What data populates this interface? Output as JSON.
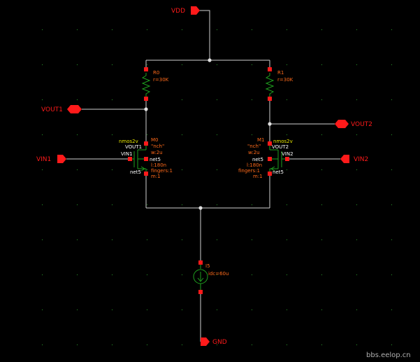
{
  "colors": {
    "background": "#000000",
    "wire": "#d0d0d0",
    "pin": "#ff1a1a",
    "device": "#1fa01f",
    "instance_text": "#ff6a1a",
    "cell_text": "#e6e600",
    "net_text": "#ffffff",
    "grid": "#2a9a2a"
  },
  "ports": {
    "vdd": "VDD",
    "gnd": "GND",
    "vout1": "VOUT1",
    "vout2": "VOUT2",
    "vin1": "VIN1",
    "vin2": "VIN2"
  },
  "resistors": {
    "r0": {
      "name": "R0",
      "value": "r=30K"
    },
    "r1": {
      "name": "R1",
      "value": "r=30K"
    }
  },
  "transistors": {
    "m0": {
      "cell": "nmos2v",
      "name": "M0",
      "model": "\"nch\"",
      "w": "w:2u",
      "l": "l:180n",
      "fingers": "fingers:1",
      "m": "m:1",
      "drain_net": "VOUT1",
      "gate_net": "VIN1",
      "source_net": "net5",
      "body_net": "net5",
      "source_net_lower": "net5"
    },
    "m1": {
      "cell": "nmos2v",
      "name": "M1",
      "model": "\"nch\"",
      "w": "w:2u",
      "l": "l:180n",
      "fingers": "fingers:1",
      "m": "m:1",
      "drain_net": "VOUT2",
      "gate_net": "VIN2",
      "source_net": "net5",
      "body_net": "net5",
      "source_net_lower": "net5"
    }
  },
  "current_source": {
    "name": "I5",
    "value": "idc=60u",
    "icon": "current-source-icon"
  },
  "watermark": "bbs.eelop.cn"
}
